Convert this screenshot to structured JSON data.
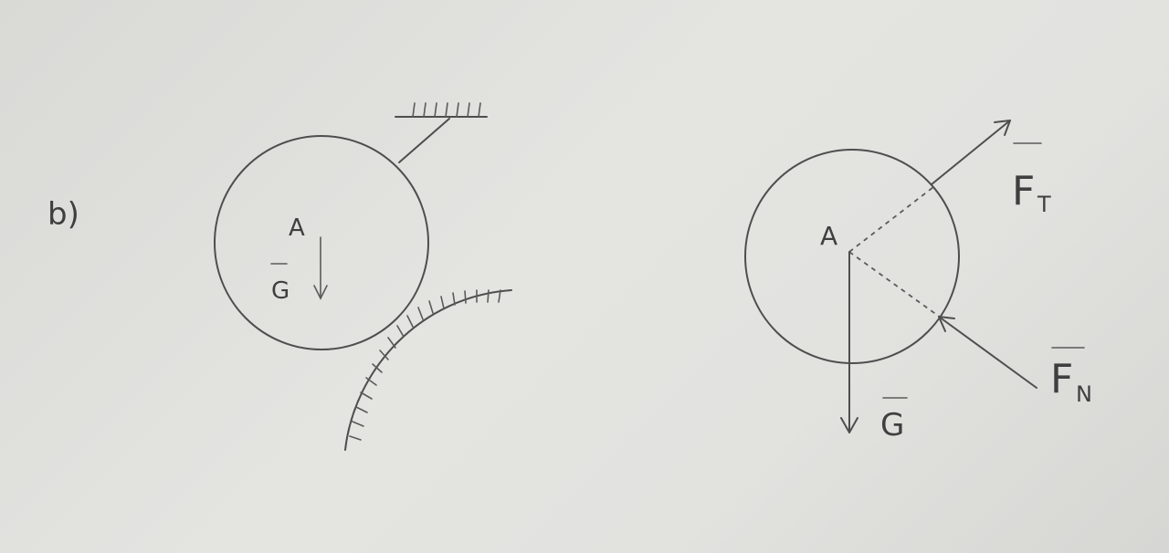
{
  "part_label": "b)",
  "left_figure": {
    "center_label": "A",
    "weight_label": "G"
  },
  "right_figure": {
    "center_label": "A",
    "tension_label": "F",
    "tension_subscript": "T",
    "normal_label": "F",
    "normal_subscript": "N",
    "weight_label": "G"
  }
}
